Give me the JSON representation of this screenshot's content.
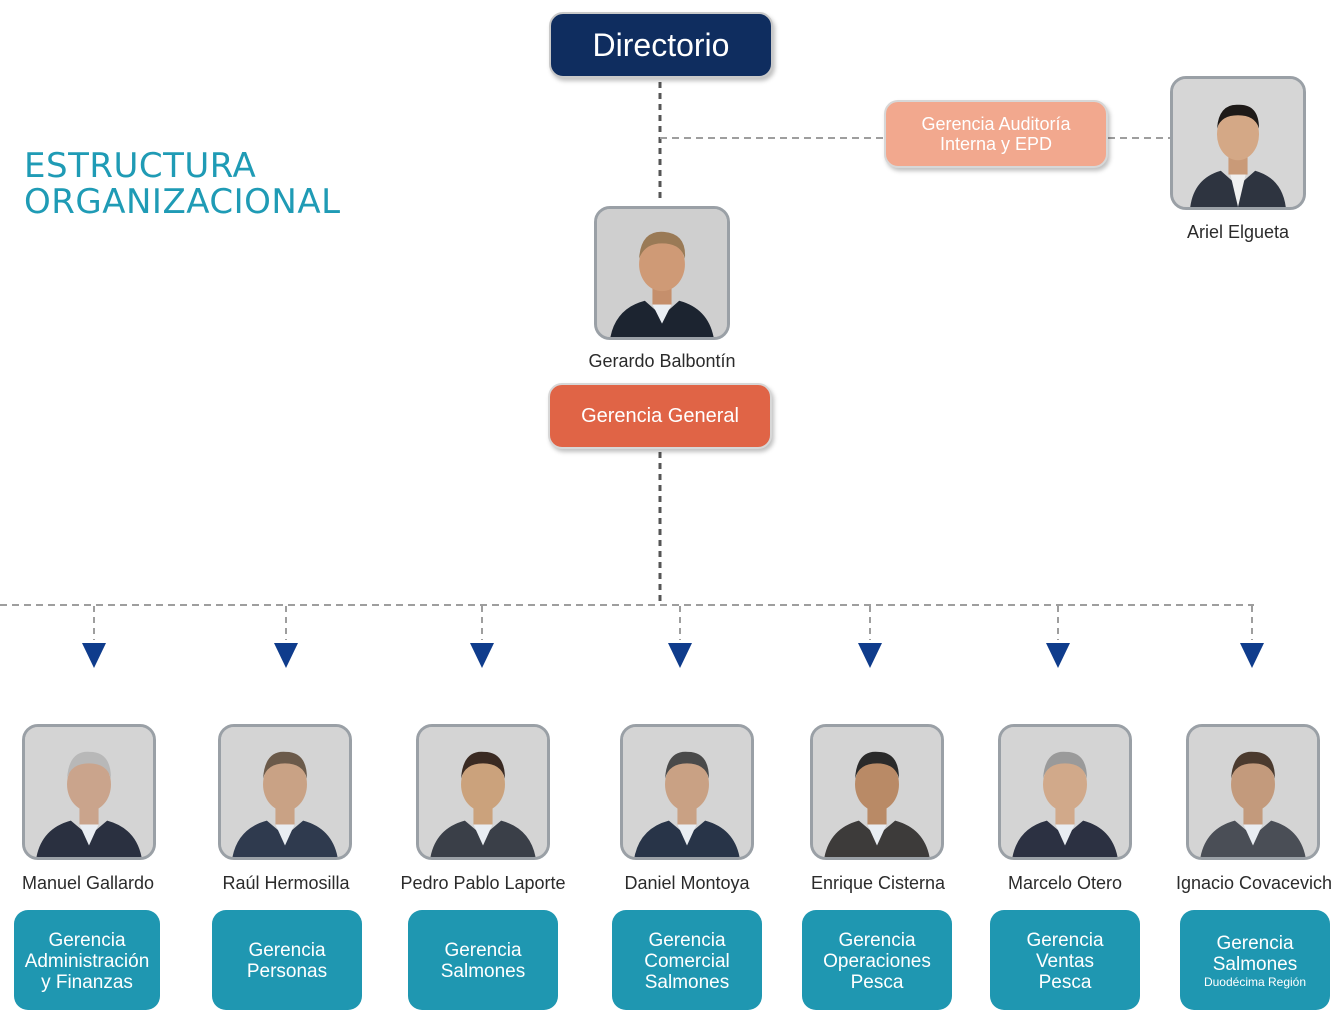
{
  "title_line1": "ESTRUCTURA",
  "title_line2": "ORGANIZACIONAL",
  "directorio": "Directorio",
  "auditoria": {
    "line1": "Gerencia Auditoría",
    "line2": "Interna y EPD",
    "person": "Ariel Elgueta"
  },
  "general": {
    "person": "Gerardo Balbontín",
    "label": "Gerencia General"
  },
  "colors": {
    "title": "#1f9bb5",
    "directorio": "#0f2d5f",
    "auditoria": "#f2a88e",
    "general": "#e06446",
    "department": "#1f97b1",
    "arrow": "#0f3c8c",
    "connector": "#9e9e9e"
  },
  "managers": [
    {
      "name": "Manuel Gallardo",
      "lines": [
        "Gerencia",
        "Administración",
        "y Finanzas"
      ]
    },
    {
      "name": "Raúl Hermosilla",
      "lines": [
        "Gerencia",
        "Personas"
      ]
    },
    {
      "name": "Pedro Pablo Laporte",
      "lines": [
        "Gerencia",
        "Salmones"
      ]
    },
    {
      "name": "Daniel Montoya",
      "lines": [
        "Gerencia",
        "Comercial",
        "Salmones"
      ]
    },
    {
      "name": "Enrique Cisterna",
      "lines": [
        "Gerencia",
        "Operaciones",
        "Pesca"
      ]
    },
    {
      "name": "Marcelo Otero",
      "lines": [
        "Gerencia",
        "Ventas",
        "Pesca"
      ]
    },
    {
      "name": "Ignacio Covacevich",
      "lines": [
        "Gerencia",
        "Salmones"
      ],
      "sub": "Duodécima Región"
    }
  ]
}
